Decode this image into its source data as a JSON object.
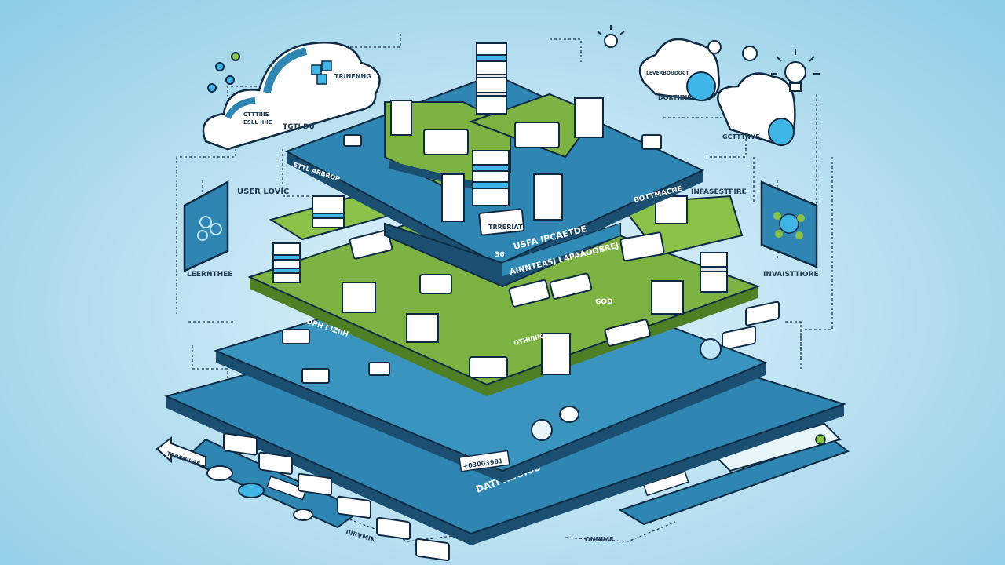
{
  "illustration": {
    "colors": {
      "layer_blue": "#2f86b3",
      "layer_dark": "#1b4f72",
      "layer_green": "#7cb342",
      "card": "#ffffff",
      "outline": "#0f2b44",
      "accent_cyan": "#3fb6e6"
    },
    "labels": {
      "user_logic": "USER LOVIC",
      "left_panel": "LEERNTHEE",
      "infrastructure": "INFASESTFIRE",
      "right_panel": "INVAISTTIORE",
      "cloud_left_note": "TGTJ DU",
      "cloud_left_main": "TRINENNG",
      "cloud_left_sub1": "CTTTIIIE",
      "cloud_left_sub2": "ESLL IIIIE",
      "cloud_right_main": "LEVERBOUDOCT",
      "cloud_right_note1": "DORTIINE",
      "cloud_right_note2": "GCTTTNVE",
      "top_layer_left": "ETTL ARBROP",
      "top_layer_right": "BOTTMACNE",
      "top_card": "TRRERIAT",
      "interface_title": "USFA IPCAETDE",
      "interface_sub": "AINNTEASJ LAPAAOOBREJ",
      "interface_num": "36",
      "green_layer_left": "DPH I IZIIH",
      "green_layer_right": "GOD",
      "green_layer_mid": "OTHIIIIIG",
      "data_layer": "DATI XOUIUS",
      "data_card": "+03003981",
      "bottom_left_arrow": "TRRENIIIAF",
      "bottom_left_note": "IIIRVMIK",
      "bottom_right_note": "ONNIME"
    },
    "icons": [
      "cloud-icon",
      "lightbulb-icon",
      "server-stack-icon",
      "document-card-icon",
      "network-node-icon",
      "arrow-icon"
    ]
  }
}
